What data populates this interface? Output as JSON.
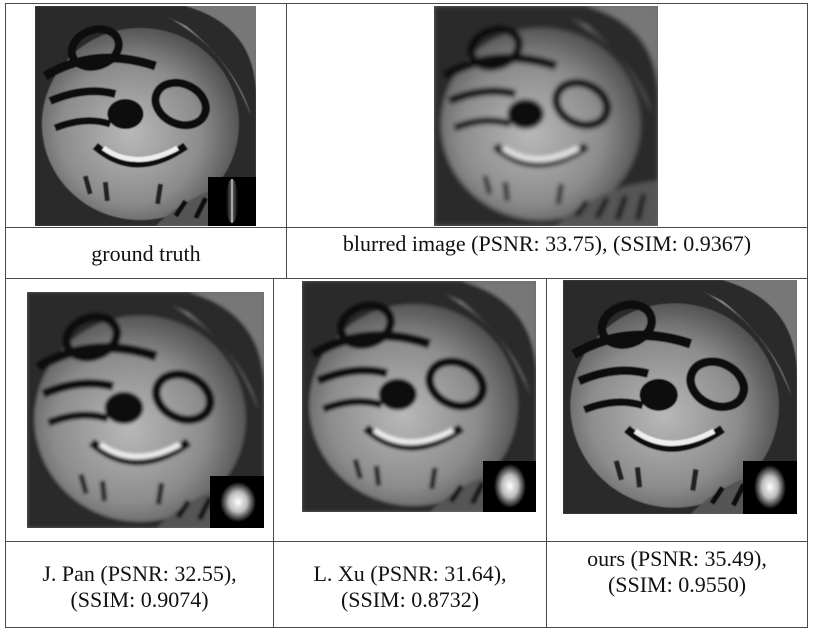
{
  "figure": {
    "row1": {
      "cell1": {
        "caption": "ground truth",
        "kernel": "vertical-streak-kernel"
      },
      "cell2": {
        "caption": "blurred image (PSNR: 33.75), (SSIM: 0.9367)"
      }
    },
    "row2": {
      "cell1": {
        "caption_line1": "J. Pan (PSNR: 32.55),",
        "caption_line2": "(SSIM: 0.9074)",
        "kernel": "blob-kernel"
      },
      "cell2": {
        "caption_line1": "L. Xu (PSNR: 31.64),",
        "caption_line2": "(SSIM: 0.8732)",
        "kernel": "blob-kernel"
      },
      "cell3": {
        "caption_line1": "ours (PSNR: 35.49),",
        "caption_line2": "(SSIM: 0.9550)",
        "kernel": "blob-kernel"
      }
    }
  }
}
